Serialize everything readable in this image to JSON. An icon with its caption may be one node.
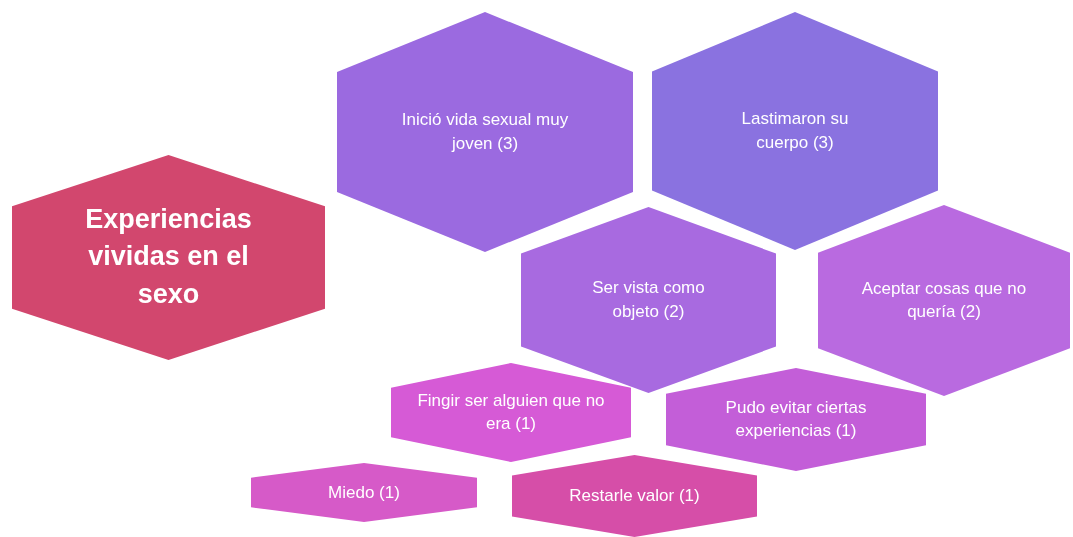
{
  "diagram": {
    "nodes": [
      {
        "text": [
          "Experiencias vividas en el sexo"
        ]
      },
      {
        "text": [
          "Inició vida sexual muy joven (3)"
        ]
      },
      {
        "text": [
          "Lastimaron su cuerpo (3)"
        ]
      },
      {
        "text": [
          "Ser vista como objeto (2)"
        ]
      },
      {
        "text": [
          "Aceptar cosas que no quería (2)"
        ]
      },
      {
        "text": [
          "Fingir ser alguien que no era (1)"
        ]
      },
      {
        "text": [
          "Pudo evitar ciertas experiencias (1)"
        ]
      },
      {
        "text": [
          "Miedo (1)"
        ]
      },
      {
        "text": [
          "Restarle valor (1)"
        ]
      }
    ]
  }
}
